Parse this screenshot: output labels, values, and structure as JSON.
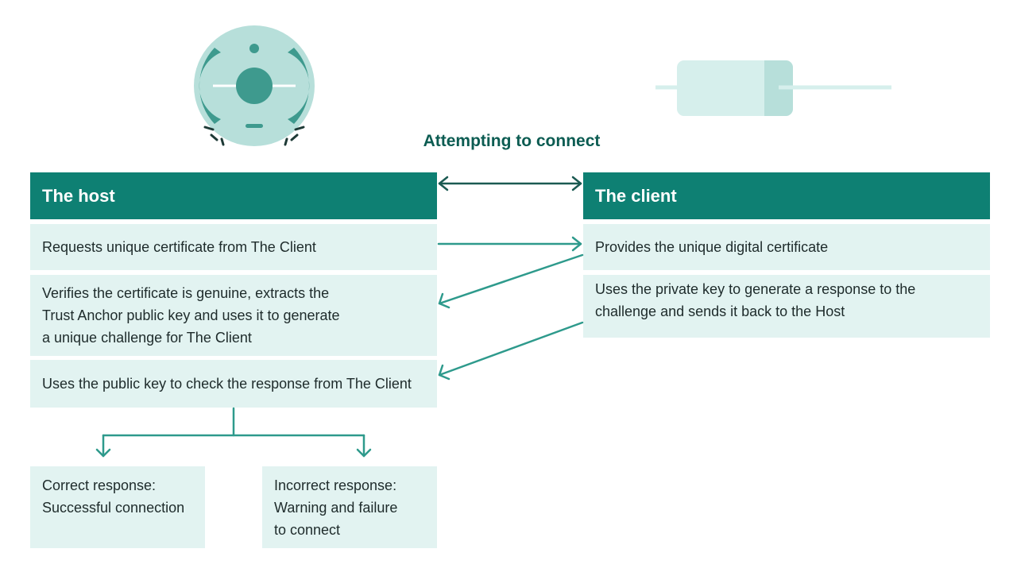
{
  "caption": "Attempting to connect",
  "host": {
    "title": "The host",
    "steps": [
      "Requests unique certificate from The Client",
      "Verifies the certificate is genuine, extracts the\nTrust Anchor public key and uses it to generate\na unique challenge for The Client",
      "Uses the public key to check the response from The Client"
    ]
  },
  "client": {
    "title": "The client",
    "steps": [
      "Provides the unique digital certificate",
      "Uses the private key to generate a response to the\nchallenge and sends it back to the Host"
    ]
  },
  "outcomes": {
    "correct": "Correct response:\nSuccessful connection",
    "incorrect": "Incorrect response:\nWarning and failure\nto connect"
  },
  "icons": {
    "host_device": "robot-vacuum-icon",
    "client_device": "battery-cartridge-icon"
  },
  "colors": {
    "header": "#0e8073",
    "box": "#e2f3f1",
    "arrow": "#2e9a8c",
    "caption": "#0c5c52"
  }
}
